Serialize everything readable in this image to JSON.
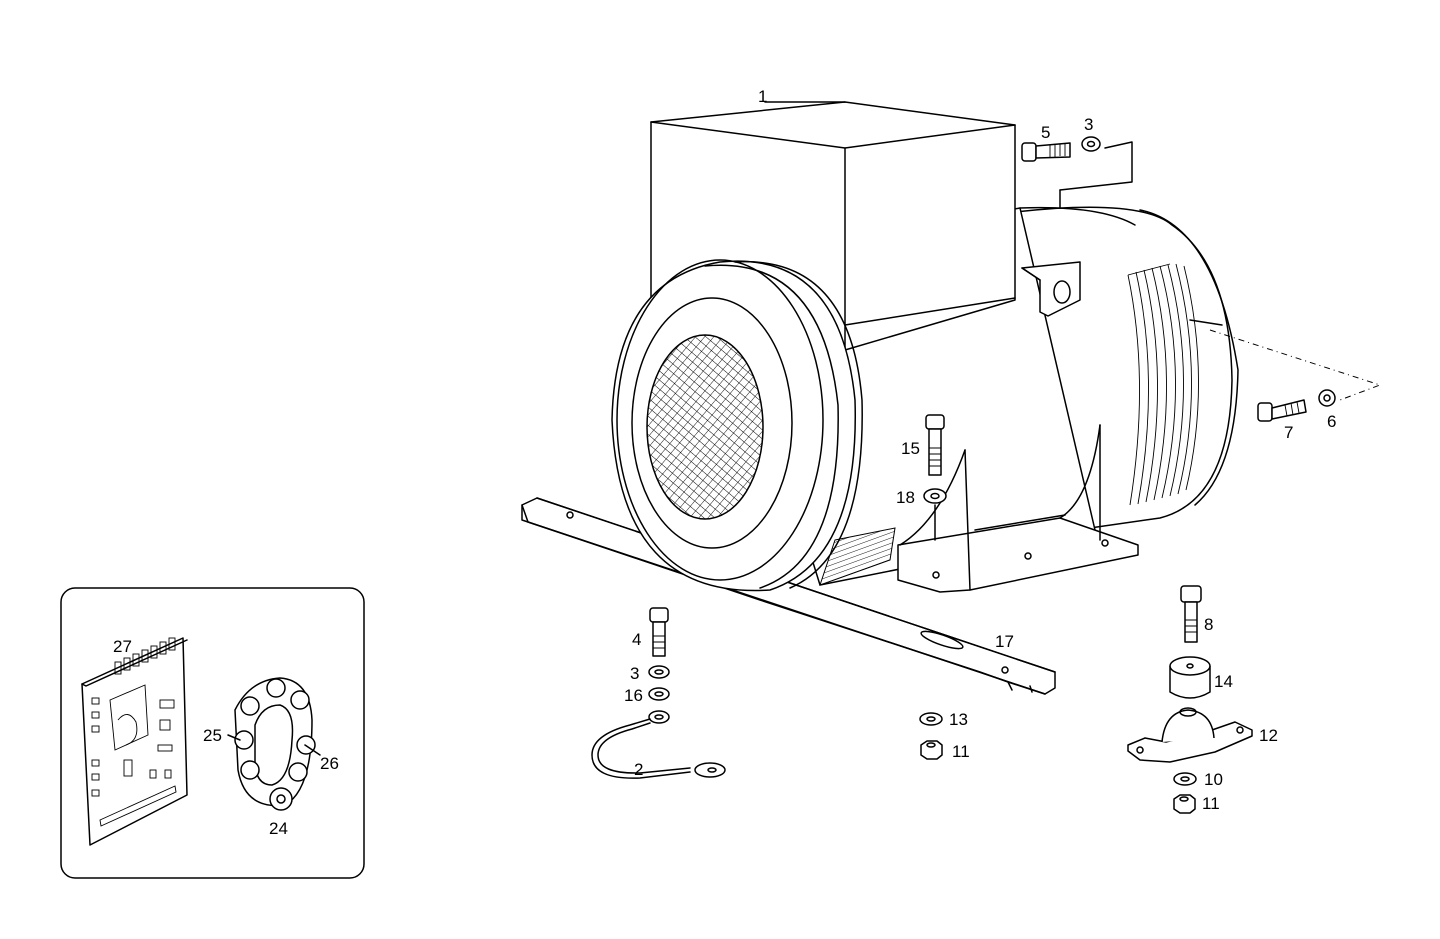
{
  "callouts": {
    "c1": "1",
    "c2": "2",
    "c3a": "3",
    "c3b": "3",
    "c4": "4",
    "c5": "5",
    "c6": "6",
    "c7": "7",
    "c8": "8",
    "c10": "10",
    "c11a": "11",
    "c11b": "11",
    "c12": "12",
    "c13": "13",
    "c14": "14",
    "c15": "15",
    "c16": "16",
    "c17": "17",
    "c18": "18",
    "c24": "24",
    "c25": "25",
    "c26": "26",
    "c27": "27"
  }
}
